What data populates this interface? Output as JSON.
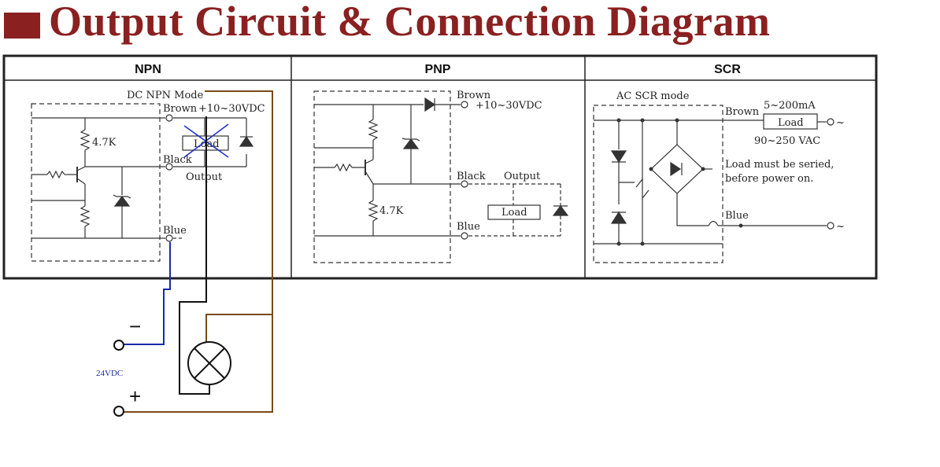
{
  "title": "Output Circuit & Connection Diagram",
  "columns": {
    "npn": {
      "header": "NPN",
      "mode": "DC NPN Mode",
      "brown": "Brown",
      "supply": "+10~30VDC",
      "load": "Load",
      "black": "Black",
      "output": "Output",
      "blue": "Blue",
      "resistor": "4.7K"
    },
    "pnp": {
      "header": "PNP",
      "brown": "Brown",
      "supply": "+10~30VDC",
      "black": "Black",
      "output": "Output",
      "load": "Load",
      "blue": "Blue",
      "resistor": "4.7K"
    },
    "scr": {
      "header": "SCR",
      "mode": "AC SCR mode",
      "brown": "Brown",
      "current": "5~200mA",
      "load": "Load",
      "voltage": "90~250 VAC",
      "note_1": "Load must be seried,",
      "note_2": "before power on.",
      "blue": "Blue",
      "tilde": "~"
    }
  },
  "external": {
    "minus": "−",
    "plus": "+",
    "voltage": "24VDC"
  },
  "colors": {
    "title": "#8a2020",
    "wire_blue": "#1a2aa8",
    "wire_brown": "#7a4a1a",
    "cross": "#2233cc"
  }
}
